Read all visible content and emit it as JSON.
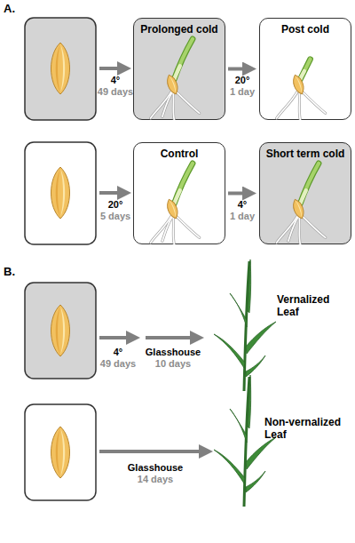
{
  "diagram": {
    "nodes": [
      {
        "text": [
          "Prolonged cold"
        ]
      },
      {
        "text": [
          "Post cold"
        ]
      },
      {
        "text": [
          "Control"
        ]
      },
      {
        "text": [
          "Short term cold"
        ]
      }
    ],
    "edges": [
      {
        "from": 0,
        "to": 1,
        "arrow": "to"
      },
      {
        "from": 2,
        "to": 3,
        "arrow": "to"
      }
    ],
    "labels": [
      "A.",
      "4°",
      "49 days",
      "20°",
      "1 day",
      "20°",
      "5 days",
      "4°",
      "1 day",
      "B.",
      "4°",
      "49 days",
      "Glasshouse",
      "10 days",
      "Vernalized Leaf",
      "Glasshouse",
      "14 days",
      "Non-vernalized Leaf"
    ]
  }
}
